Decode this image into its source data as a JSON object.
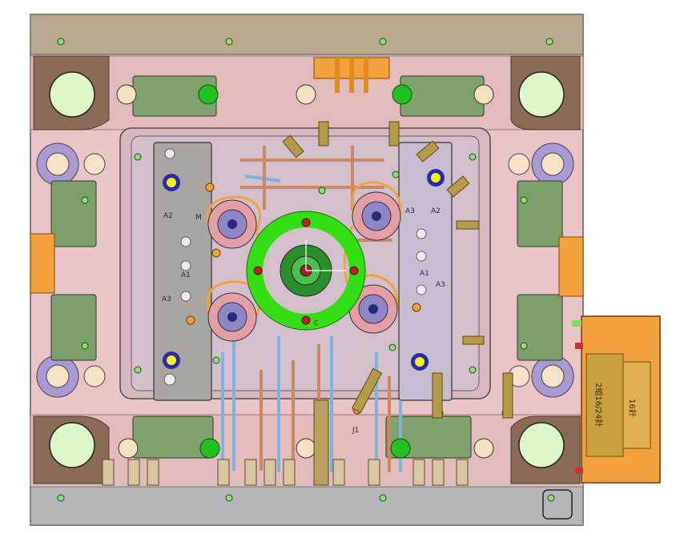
{
  "labels": {
    "a2_left": "A2",
    "a1_left": "A1",
    "a3_left": "A3",
    "m_left": "M",
    "a3_right": "A3",
    "a2_right": "A2",
    "a1_right": "A1",
    "a3_right2": "A3",
    "j1": "J1",
    "center_mark": "C"
  },
  "connector_box": {
    "label_main": "2組16/24針",
    "label_side": "16針"
  },
  "colors": {
    "plate_top": "#b8a88d",
    "plate_bottom": "#b4b4b4",
    "mold_pink": "#e8c3c3",
    "plate_brown": "#8a6a54",
    "green_block": "#7fa36b",
    "orange": "#f0a13a",
    "ring_green": "#34e014",
    "bolt_green": "#1fbf1f",
    "blue_line": "#7fb0e0",
    "copper_line": "#c98a63"
  }
}
